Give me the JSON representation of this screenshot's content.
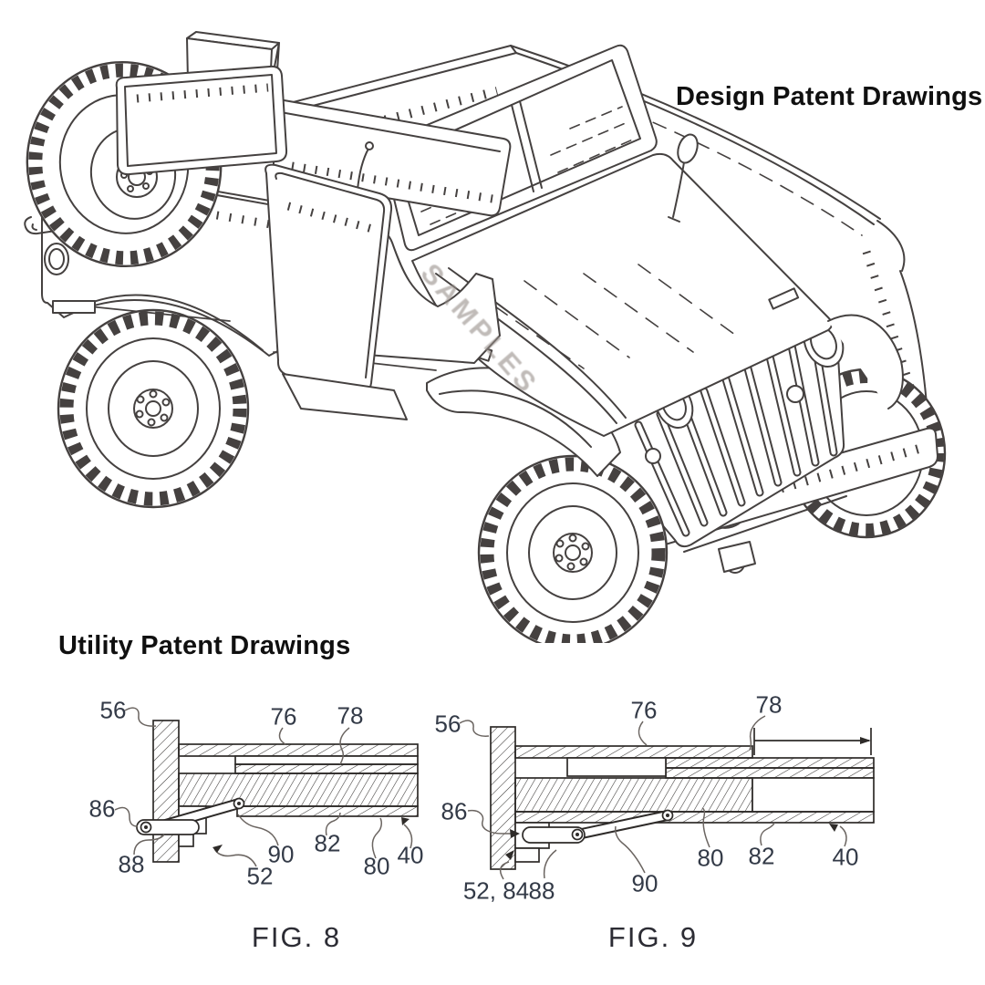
{
  "titles": {
    "design": "Design Patent Drawings",
    "utility": "Utility Patent Drawings"
  },
  "watermark": "SAMPLES",
  "fig8": {
    "caption": "FIG. 8",
    "labels": {
      "n56": "56",
      "n76": "76",
      "n78": "78",
      "n86": "86",
      "n88": "88",
      "n90": "90",
      "n52": "52",
      "n82": "82",
      "n80": "80",
      "n40": "40"
    }
  },
  "fig9": {
    "caption": "FIG. 9",
    "labels": {
      "n56": "56",
      "n76": "76",
      "n78": "78",
      "n86": "86",
      "n5284": "52, 84",
      "n88": "88",
      "n90": "90",
      "n80": "80",
      "n82": "82",
      "n40": "40"
    }
  },
  "colors": {
    "background": "#ffffff",
    "line_art": "#454140",
    "section_line": "#2e2b29",
    "reference_label": "#333a47",
    "heading_text": "#101010",
    "caption_text": "#2c2c34",
    "watermark_text": "#968d88"
  }
}
